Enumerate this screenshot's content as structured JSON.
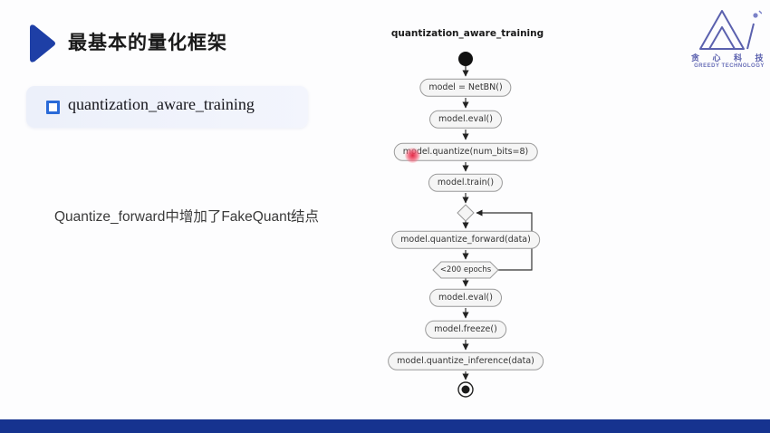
{
  "header": {
    "title": "最基本的量化框架"
  },
  "bullet_item": {
    "label": "quantization_aware_training"
  },
  "note": {
    "text": "Quantize_forward中增加了FakeQuant结点"
  },
  "diagram": {
    "title": "quantization_aware_training",
    "nodes": {
      "net_bn": "model = NetBN()",
      "eval1": "model.eval()",
      "quantize": "model.quantize(num_bits=8)",
      "train": "model.train()",
      "quantize_forward": "model.quantize_forward(data)",
      "loop_condition": "<200 epochs",
      "eval2": "model.eval()",
      "freeze": "model.freeze()",
      "quantize_inference": "model.quantize_inference(data)"
    }
  },
  "logo": {
    "brand_cn": "贪 心 科 技",
    "brand_en": "GREEDY TECHNOLOGY"
  },
  "colors": {
    "accent_blue": "#1e3fa6",
    "bottom_bar": "#16338f",
    "bullet_card_bg": "#edf1fb",
    "bullet_square_border": "#2a6ad8",
    "node_fill": "#f5f5f5",
    "node_border": "#9a9a9a",
    "laser_dot": "#e11e3c",
    "logo_purple": "#5b61ae"
  }
}
